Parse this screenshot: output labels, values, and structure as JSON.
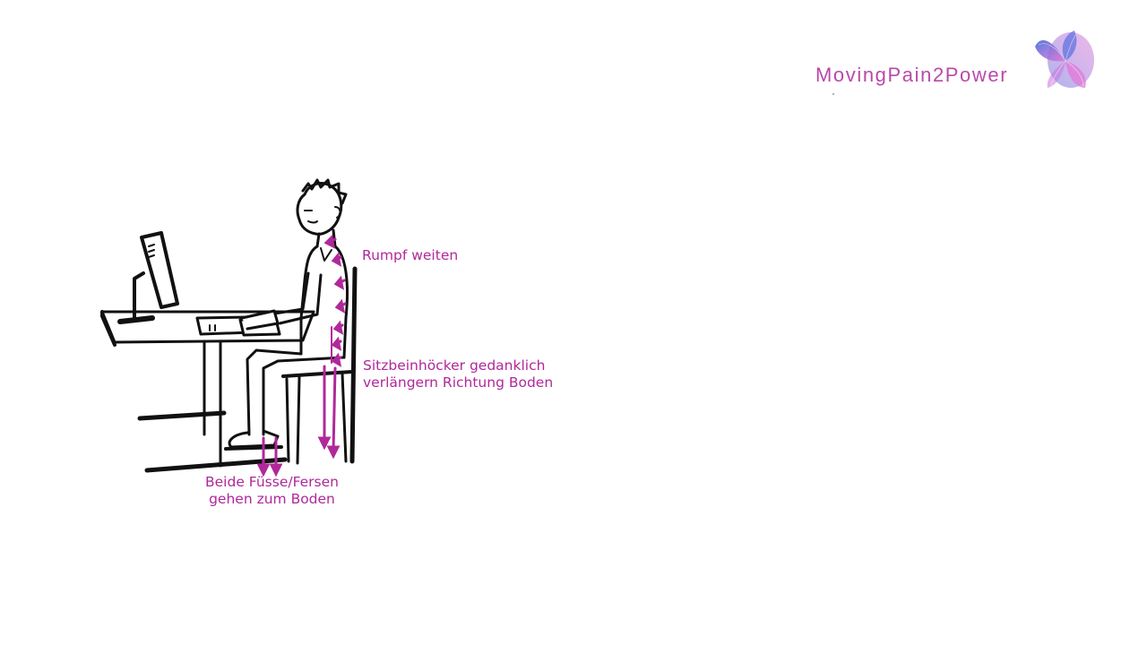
{
  "brand": {
    "name": "MovingPain2Power",
    "logo_icon": "fan-swirl-logo-icon",
    "colors": {
      "text": "#b94aa8",
      "blue": "#4b6fd8",
      "pink": "#d56fd0"
    }
  },
  "illustration": {
    "subject": "person-sitting-at-desk-icon",
    "accent_color": "#b0289a",
    "labels": {
      "trunk": "Rumpf weiten",
      "sit_bones_line1": "Sitzbeinhöcker gedanklich",
      "sit_bones_line2": "verlängern Richtung Boden",
      "feet_line1": "Beide Füsse/Fersen",
      "feet_line2": "gehen zum Boden"
    }
  }
}
